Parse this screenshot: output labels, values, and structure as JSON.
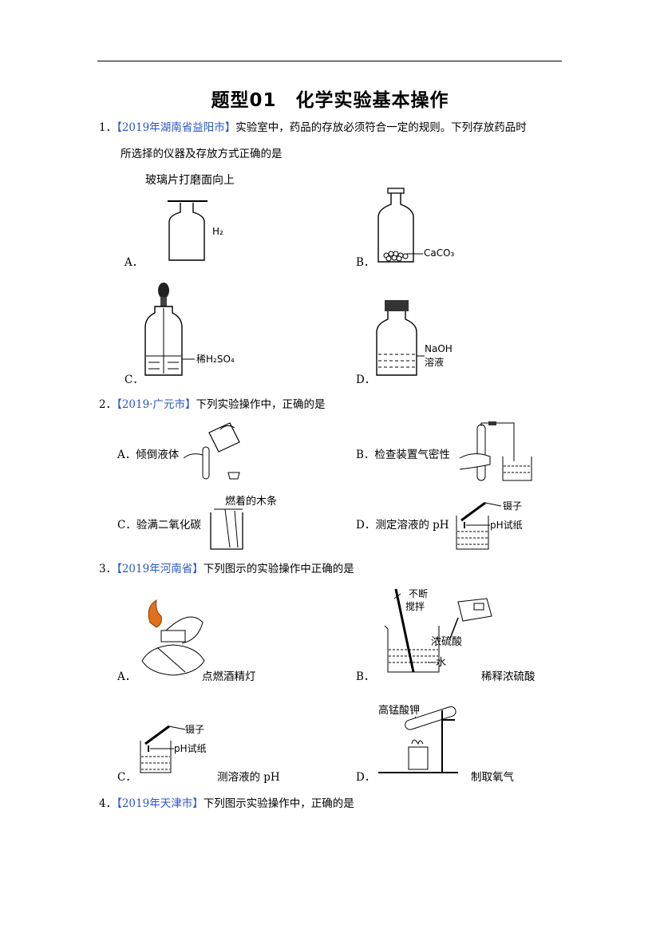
{
  "title": "题型01　化学实验基本操作",
  "q1": {
    "num": "1．",
    "source": "【2019年湖南省益阳市】",
    "text_line1": "实验室中，药品的存放必须符合一定的规则。下列存放药品时",
    "text_line2": "所选择的仪器及存放方式正确的是",
    "optA": "A．",
    "optB": "B．",
    "optC": "C．",
    "optD": "D．",
    "figA_label_top": "玻璃片打磨面向上",
    "figA_label": "H₂",
    "figB_label": "CaCO₃",
    "figC_label": "稀H₂SO₄",
    "figD_label1": "NaOH",
    "figD_label2": "溶液"
  },
  "q2": {
    "num": "2．",
    "source": "【2019·广元市】",
    "text": "下列实验操作中，正确的是",
    "optA": "A．倾倒液体",
    "optB": "B．检查装置气密性",
    "optC": "C．验满二氧化碳",
    "optD": "D．测定溶液的 pH",
    "figC_label": "燃着的木条",
    "figD_label1": "镊子",
    "figD_label2": "pH试纸"
  },
  "q3": {
    "num": "3．",
    "source": "【2019年河南省】",
    "text": "下列图示的实验操作中正确的是",
    "optA": "A．",
    "optA_caption": "点燃酒精灯",
    "optB": "B．",
    "optB_caption": "稀释浓硫酸",
    "optC": "C．",
    "optC_caption": "测溶液的 pH",
    "optD": "D．",
    "optD_caption": "制取氧气",
    "figB_label1": "不断",
    "figB_label2": "搅拌",
    "figB_label3": "浓硫酸",
    "figB_label4": "水",
    "figC_label1": "镊子",
    "figC_label2": "pH试纸",
    "figD_label": "高锰酸钾"
  },
  "q4": {
    "num": "4．",
    "source": "【2019年天津市】",
    "text": "下列图示实验操作中，正确的是"
  }
}
